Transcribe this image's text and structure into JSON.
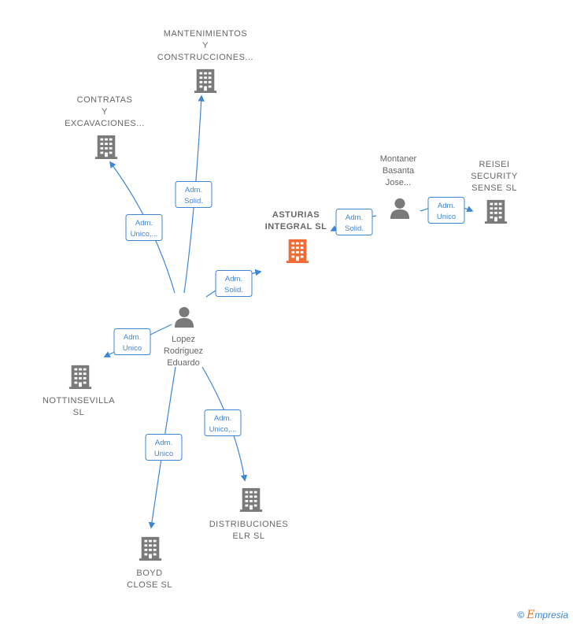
{
  "colors": {
    "edge": "#3d86d6",
    "company": "#7a7a7a",
    "focus": "#f06a33",
    "person": "#7a7a7a"
  },
  "nodes": [
    {
      "id": "mant",
      "type": "company",
      "lines": [
        "MANTENIMIENTOS",
        "Y",
        "CONSTRUCCIONES..."
      ]
    },
    {
      "id": "contratas",
      "type": "company",
      "lines": [
        "CONTRATAS",
        "Y",
        "EXCAVACIONES..."
      ]
    },
    {
      "id": "asturias",
      "type": "focus",
      "lines": [
        "ASTURIAS",
        "INTEGRAL  SL"
      ]
    },
    {
      "id": "montaner",
      "type": "person",
      "lines": [
        "Montaner",
        "Basanta",
        "Jose..."
      ]
    },
    {
      "id": "reisei",
      "type": "company",
      "lines": [
        "REISEI",
        "SECURITY",
        "SENSE SL"
      ]
    },
    {
      "id": "lopez",
      "type": "person",
      "lines": [
        "Lopez",
        "Rodriguez",
        "Eduardo"
      ]
    },
    {
      "id": "nottin",
      "type": "company",
      "lines": [
        "NOTTINSEVILLA",
        "SL"
      ]
    },
    {
      "id": "distrib",
      "type": "company",
      "lines": [
        "DISTRIBUCIONES",
        "ELR  SL"
      ]
    },
    {
      "id": "boyd",
      "type": "company",
      "lines": [
        "BOYD",
        "CLOSE  SL"
      ]
    }
  ],
  "edges": [
    {
      "from": "lopez",
      "to": "mant",
      "lines": [
        "Adm.",
        "Solid."
      ]
    },
    {
      "from": "lopez",
      "to": "contratas",
      "lines": [
        "Adm.",
        "Unico,..."
      ]
    },
    {
      "from": "lopez",
      "to": "asturias",
      "lines": [
        "Adm.",
        "Solid."
      ]
    },
    {
      "from": "montaner",
      "to": "asturias",
      "lines": [
        "Adm.",
        "Solid."
      ]
    },
    {
      "from": "montaner",
      "to": "reisei",
      "lines": [
        "Adm.",
        "Unico"
      ]
    },
    {
      "from": "lopez",
      "to": "nottin",
      "lines": [
        "Adm.",
        "Unico"
      ]
    },
    {
      "from": "lopez",
      "to": "distrib",
      "lines": [
        "Adm.",
        "Unico,..."
      ]
    },
    {
      "from": "lopez",
      "to": "boyd",
      "lines": [
        "Adm.",
        "Unico"
      ]
    }
  ],
  "brand": {
    "symbol": "©",
    "initial": "E",
    "rest": "mpresia"
  }
}
